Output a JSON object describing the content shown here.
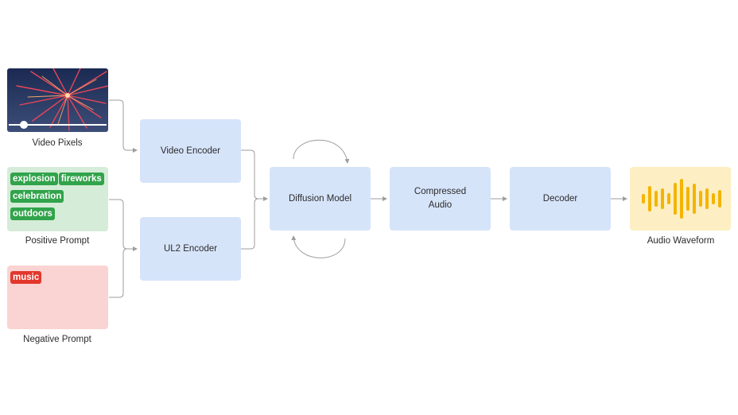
{
  "video": {
    "label": "Video Pixels"
  },
  "positive_prompt": {
    "label": "Positive Prompt",
    "tags": [
      "explosion",
      "fireworks",
      "celebration",
      "outdoors"
    ]
  },
  "negative_prompt": {
    "label": "Negative Prompt",
    "tags": [
      "music"
    ]
  },
  "video_encoder": {
    "label": "Video Encoder"
  },
  "ul2_encoder": {
    "label": "UL2 Encoder"
  },
  "diffusion_model": {
    "label": "Diffusion Model"
  },
  "compressed_audio": {
    "line1": "Compressed",
    "line2": "Audio"
  },
  "decoder": {
    "label": "Decoder"
  },
  "audio_waveform": {
    "label": "Audio Waveform"
  },
  "colors": {
    "encoder_fill": "#d6e4fa",
    "positive_fill": "#d5ecd8",
    "negative_fill": "#fad4d2",
    "tag_green": "#31a34b",
    "tag_red": "#e3372c",
    "waveform_fill": "#fdefc3",
    "waveform_bars": "#f4b400",
    "connector": "#9e9e9e"
  }
}
